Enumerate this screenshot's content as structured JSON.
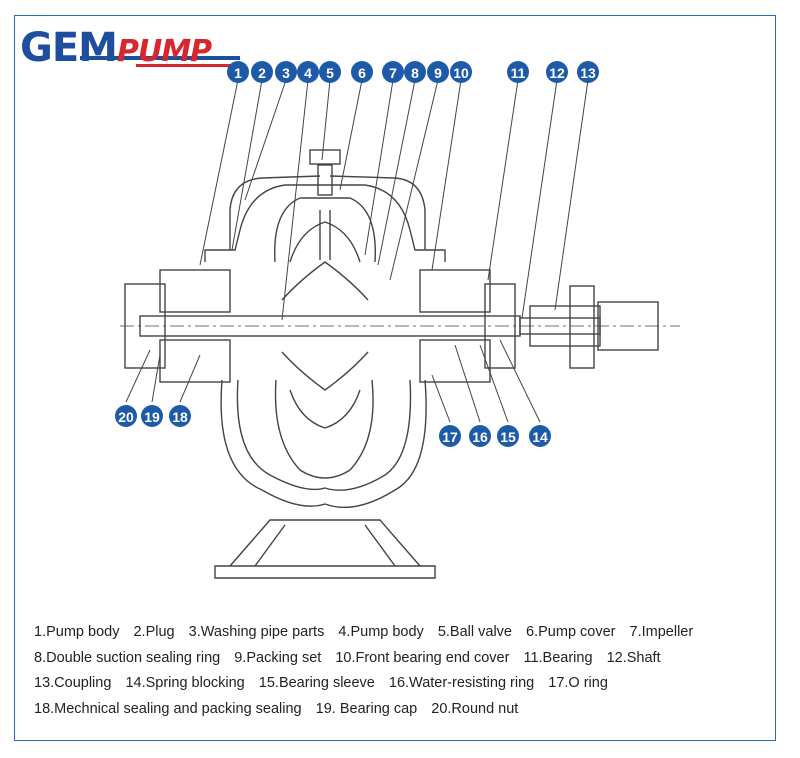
{
  "brand": {
    "name_part1": "GEM",
    "name_part2": "PUMP",
    "primary_color": "#1d4f9e",
    "accent_color": "#d9262e"
  },
  "callouts": [
    {
      "num": "1"
    },
    {
      "num": "2"
    },
    {
      "num": "3"
    },
    {
      "num": "4"
    },
    {
      "num": "5"
    },
    {
      "num": "6"
    },
    {
      "num": "7"
    },
    {
      "num": "8"
    },
    {
      "num": "9"
    },
    {
      "num": "10"
    },
    {
      "num": "11"
    },
    {
      "num": "12"
    },
    {
      "num": "13"
    },
    {
      "num": "14"
    },
    {
      "num": "15"
    },
    {
      "num": "16"
    },
    {
      "num": "17"
    },
    {
      "num": "18"
    },
    {
      "num": "19"
    },
    {
      "num": "20"
    }
  ],
  "legend_lines": [
    [
      "1.Pump body",
      "2.Plug",
      "3.Washing pipe parts",
      "4.Pump body",
      "5.Ball valve",
      "6.Pump cover",
      "7.Impeller"
    ],
    [
      "8.Double suction sealing ring",
      "9.Packing set",
      "10.Front bearing end cover",
      "11.Bearing",
      "12.Shaft"
    ],
    [
      "13.Coupling",
      "14.Spring blocking",
      "15.Bearing sleeve",
      "16.Water-resisting ring",
      "17.O ring"
    ],
    [
      "18.Mechnical sealing and packing sealing",
      "19. Bearing cap",
      "20.Round nut"
    ]
  ]
}
